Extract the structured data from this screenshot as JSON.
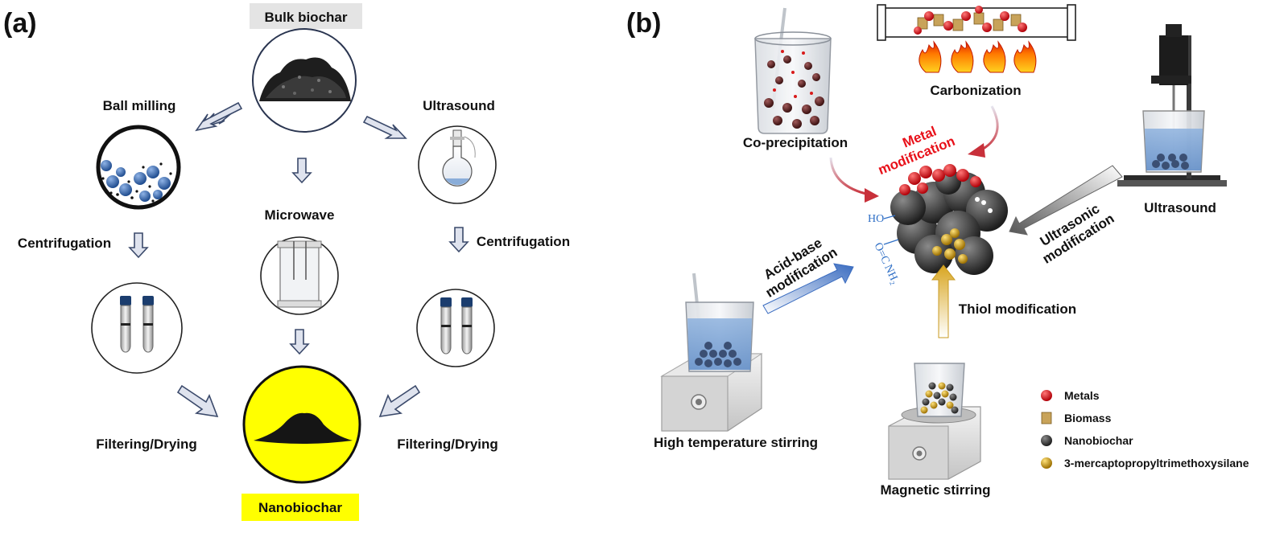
{
  "panel_a": {
    "label": "(a)",
    "bulk_biochar": "Bulk biochar",
    "ball_milling": "Ball milling",
    "ultrasound": "Ultrasound",
    "microwave": "Microwave",
    "centrifugation_left": "Centrifugation",
    "centrifugation_right": "Centrifugation",
    "filtering_left": "Filtering/Drying",
    "filtering_right": "Filtering/Drying",
    "nanobiochar": "Nanobiochar"
  },
  "panel_b": {
    "label": "(b)",
    "co_precipitation": "Co-precipitation",
    "carbonization": "Carbonization",
    "metal_modification_line1": "Metal",
    "metal_modification_line2": "modification",
    "ultrasound": "Ultrasound",
    "ultrasonic_modification_line1": "Ultrasonic",
    "ultrasonic_modification_line2": "modification",
    "acid_base_line1": "Acid-base",
    "acid_base_line2": "modification",
    "thiol_modification": "Thiol modification",
    "high_temperature_stirring": "High temperature stirring",
    "magnetic_stirring": "Magnetic stirring",
    "group_ho": "HO",
    "group_co": "O=C",
    "group_nh2": "NH₂",
    "legend": [
      {
        "label": "Metals",
        "color": "#d8101c"
      },
      {
        "label": "Biomass",
        "color": "#c8a35a"
      },
      {
        "label": "Nanobiochar",
        "color": "#3a3a3a"
      },
      {
        "label": "3-mercaptopropyltrimethoxysilane",
        "color": "#c99a10"
      }
    ]
  },
  "colors": {
    "highlight_yellow": "#ffff00",
    "box_grey": "#e4e4e4",
    "arrow_fill": "#dfe3ee",
    "arrow_stroke": "#3b4a6b",
    "liquid_blue": "#7fa6d6"
  }
}
